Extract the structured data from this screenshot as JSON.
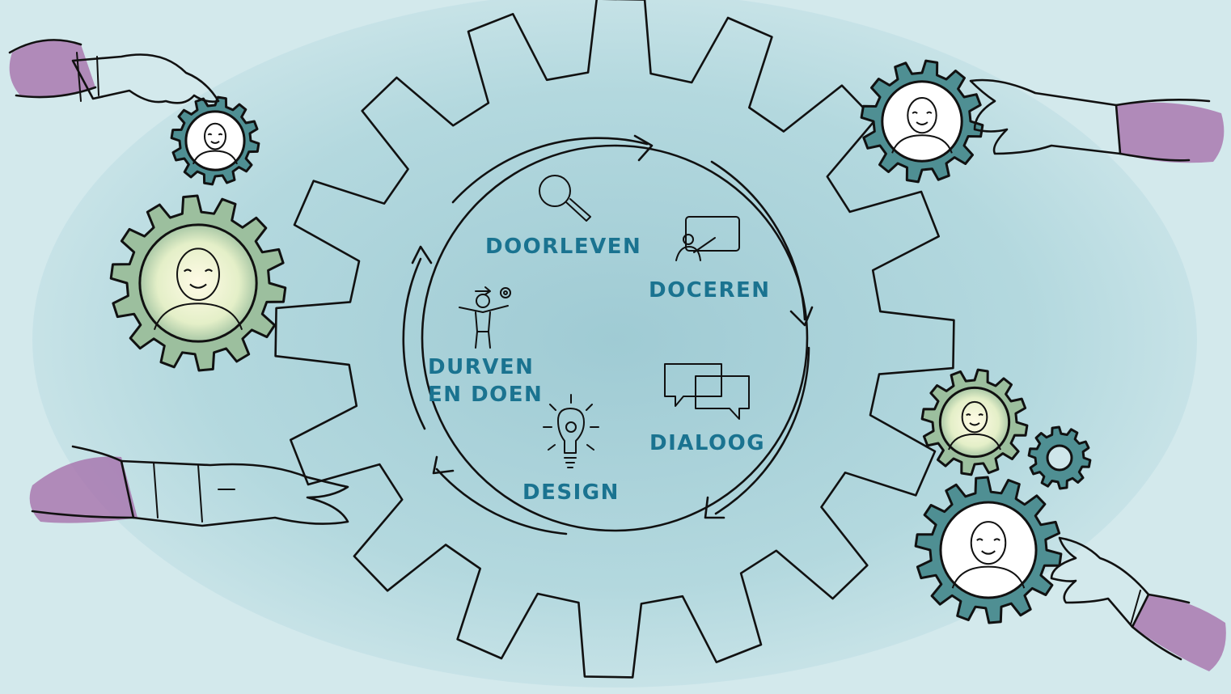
{
  "colors": {
    "background": "#cfe6ea",
    "gear_main": "#5e9fb0",
    "gear_small": "#4f8f93",
    "gear_glow": "#d8e7b8",
    "label_text": "#1a7390",
    "sleeve": "#a46aa8",
    "hand_fill": "#dbeff1",
    "inner_circle": "#ffffff"
  },
  "cycle": {
    "doorleven": "DOORLEVEN",
    "doceren": "DOCEREN",
    "dialoog": "DIALOOG",
    "design": "DESIGN",
    "durven_line1": "DURVEN",
    "durven_line2": "EN DOEN"
  },
  "icons": {
    "doorleven": "magnifier-icon",
    "doceren": "presentation-icon",
    "dialoog": "speech-bubbles-icon",
    "design": "lightbulb-gear-icon",
    "durven": "person-juggling-icon"
  }
}
